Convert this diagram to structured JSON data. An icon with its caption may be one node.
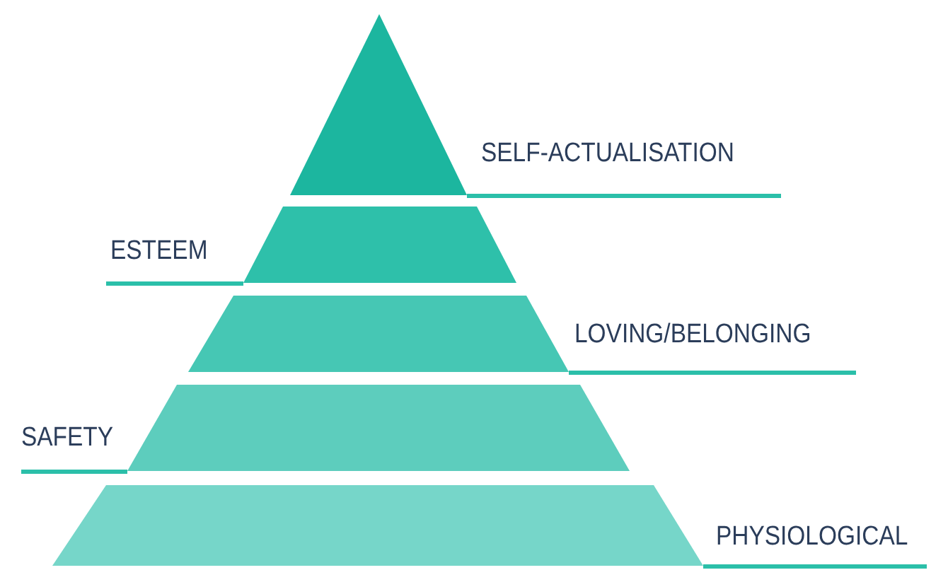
{
  "diagram": {
    "nodes": [
      {
        "text": [],
        "shape": "triangle",
        "beside": [
          "SELF-ACTUALISATION"
        ]
      },
      {
        "text": [],
        "shape": "trapezoid",
        "beside": [
          "ESTEEM"
        ]
      },
      {
        "text": [],
        "shape": "trapezoid",
        "beside": [
          "LOVING/BELONGING"
        ]
      },
      {
        "text": [],
        "shape": "trapezoid",
        "beside": [
          "SAFETY"
        ]
      },
      {
        "text": [],
        "shape": "trapezoid",
        "beside": [
          "PHYSIOLOGICAL"
        ]
      }
    ]
  }
}
